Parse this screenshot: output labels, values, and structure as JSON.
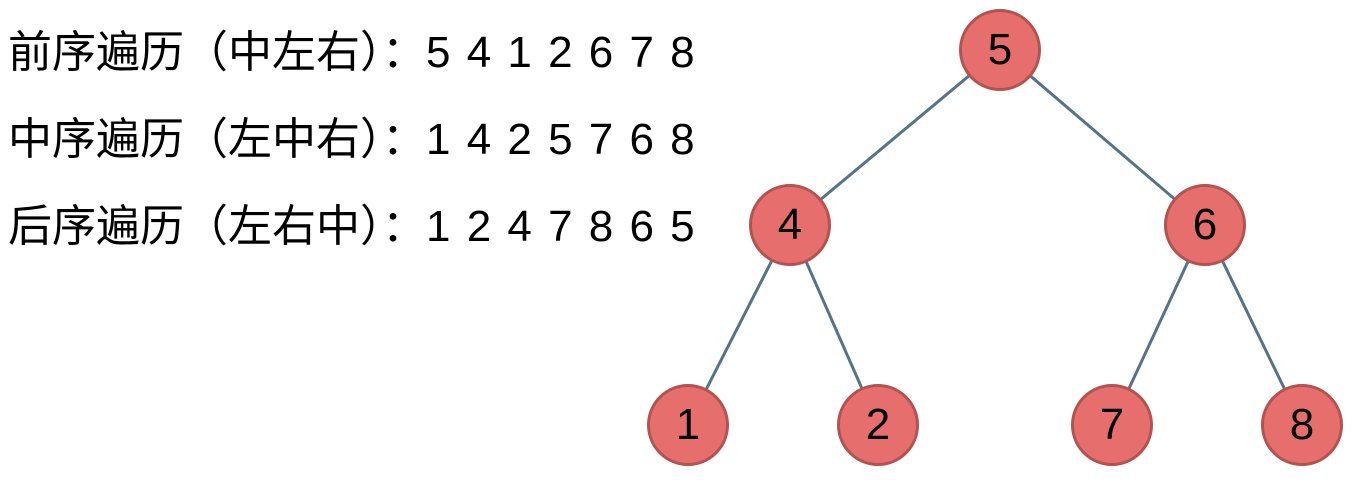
{
  "traversals": [
    {
      "name": "preorder",
      "label": "前序遍历（中左右）：",
      "sequence": "5 4 1 2 6 7 8"
    },
    {
      "name": "inorder",
      "label": "中序遍历（左中右）：",
      "sequence": "1 4 2 5 7 6 8"
    },
    {
      "name": "postorder",
      "label": "后序遍历（左右中）：",
      "sequence": "1 2 4 7 8 6 5"
    }
  ],
  "tree": {
    "nodes": [
      {
        "value": "5"
      },
      {
        "value": "4"
      },
      {
        "value": "6"
      },
      {
        "value": "1"
      },
      {
        "value": "2"
      },
      {
        "value": "7"
      },
      {
        "value": "8"
      }
    ],
    "edges": [
      [
        "5",
        "4"
      ],
      [
        "5",
        "6"
      ],
      [
        "4",
        "1"
      ],
      [
        "4",
        "2"
      ],
      [
        "6",
        "7"
      ],
      [
        "6",
        "8"
      ]
    ]
  },
  "colors": {
    "node_fill": "#e66e6c",
    "node_border": "#b35350",
    "edge_line": "#547389",
    "text": "#000000",
    "background": "#ffffff"
  }
}
